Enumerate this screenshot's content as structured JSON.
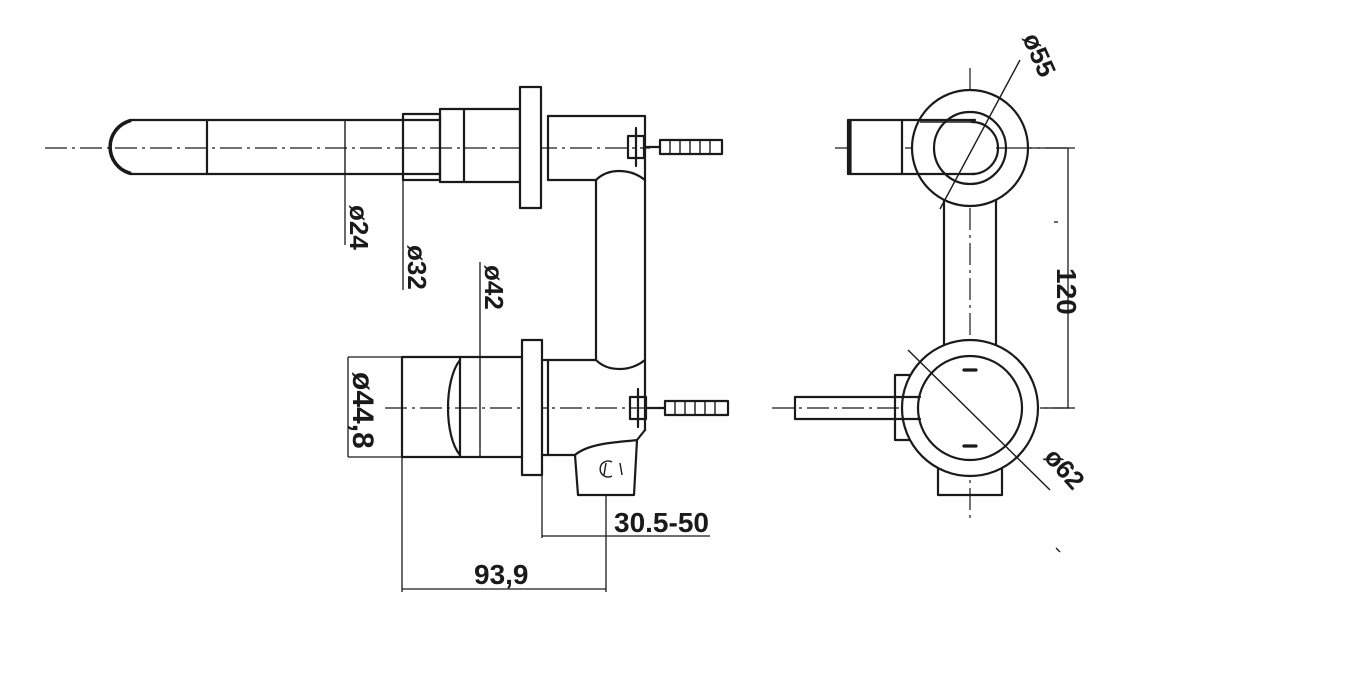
{
  "dimensions": {
    "spout_diameter": "ø24",
    "spout_collar_diameter": "ø32",
    "spout_body_diameter": "ø42",
    "handle_diameter": "ø44,8",
    "upper_flange_diameter": "ø55",
    "lower_flange_diameter": "ø62",
    "center_distance": "120",
    "wall_depth_range": "30.5-50",
    "handle_projection": "93,9"
  }
}
